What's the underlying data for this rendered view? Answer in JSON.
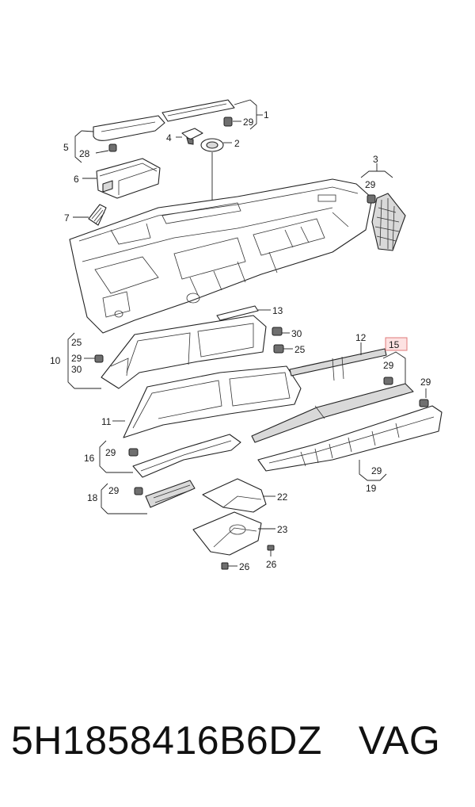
{
  "callouts": {
    "c1": "1",
    "c2": "2",
    "c3": "3",
    "c4": "4",
    "c5": "5",
    "c6": "6",
    "c7": "7",
    "c10": "10",
    "c11": "11",
    "c12": "12",
    "c13": "13",
    "c15": "15",
    "c16": "16",
    "c18": "18",
    "c19": "19",
    "c22": "22",
    "c23": "23",
    "c25a": "25",
    "c25b": "25",
    "c26a": "26",
    "c26b": "26",
    "c28": "28",
    "c29a": "29",
    "c29b": "29",
    "c29c": "29",
    "c29d": "29",
    "c29e": "29",
    "c29f": "29",
    "c29g": "29",
    "c29h": "29",
    "c30a": "30",
    "c30b": "30"
  },
  "highlighted_callout": "15",
  "colors": {
    "highlight_fill": "#fde2e2",
    "highlight_border": "#e07b7b",
    "line": "#222222"
  },
  "footer": {
    "part_number": "5H1858416B6DZ",
    "brand": "VAG"
  }
}
